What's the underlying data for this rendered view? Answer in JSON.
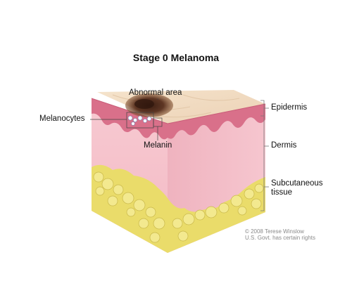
{
  "title": "Stage 0 Melanoma",
  "labels": {
    "abnormal_area": "Abnormal area",
    "melanocytes": "Melanocytes",
    "melanin": "Melanin",
    "epidermis": "Epidermis",
    "dermis": "Dermis",
    "subcutaneous_line1": "Subcutaneous",
    "subcutaneous_line2": "tissue"
  },
  "credit": {
    "line1": "© 2008 Terese Winslow",
    "line2": "U.S. Govt. has certain rights"
  },
  "colors": {
    "skin_top": "#f3dcc4",
    "epidermis": "#d9708a",
    "dermis_front": "#f6c3cd",
    "dermis_side": "#eeaebb",
    "fat": "#eadc6a",
    "lesion": "#5a3220"
  }
}
